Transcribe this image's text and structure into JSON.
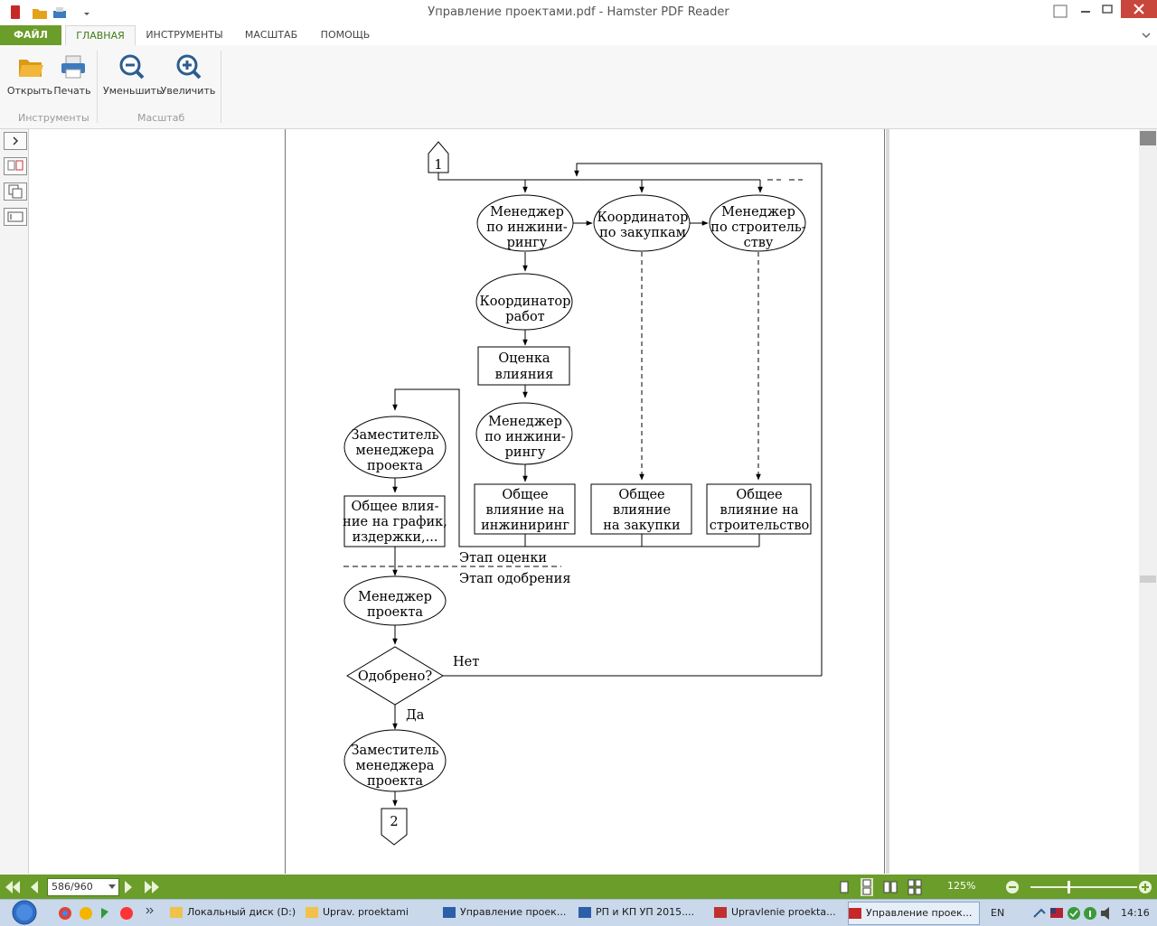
{
  "window": {
    "title": "Управление проектами.pdf - Hamster PDF Reader"
  },
  "tabs": [
    "ФАЙЛ",
    "ГЛАВНАЯ",
    "ИНСТРУМЕНТЫ",
    "МАСШТАБ",
    "ПОМОЩЬ"
  ],
  "ribbon": {
    "open": "Открыть",
    "print": "Печать",
    "zoom_out": "Уменьшить",
    "zoom_in": "Увеличить",
    "group_tools": "Инструменты",
    "group_zoom": "Масштаб"
  },
  "flowchart": {
    "connector_top": "1",
    "connector_bottom": "2",
    "eng_manager_1": [
      "Менеджер",
      "по инжини-",
      "рингу"
    ],
    "proc_coordinator": [
      "Координатор",
      "по закупкам"
    ],
    "constr_manager": [
      "Менеджер",
      "по строитель-",
      "ству"
    ],
    "work_coordinator": [
      "Координатор",
      "работ"
    ],
    "impact_eval": [
      "Оценка",
      "влияния"
    ],
    "eng_manager_2": [
      "Менеджер",
      "по инжини-",
      "рингу"
    ],
    "deputy_1": [
      "Заместитель",
      "менеджера",
      "проекта"
    ],
    "impact_schedule": [
      "Общее влия-",
      "ние на график,",
      "издержки,..."
    ],
    "impact_eng": [
      "Общее",
      "влияние на",
      "инжиниринг"
    ],
    "impact_proc": [
      "Общее",
      "влияние",
      "на закупки"
    ],
    "impact_constr": [
      "Общее",
      "влияние на",
      "строительство"
    ],
    "stage_eval": "Этап оценки",
    "stage_approve": "Этап одобрения",
    "project_manager": [
      "Менеджер",
      "проекта"
    ],
    "approved_question": "Одобрено?",
    "no": "Нет",
    "yes": "Да",
    "deputy_2": [
      "Заместитель",
      "менеджера",
      "проекта"
    ],
    "caption": ""
  },
  "status": {
    "page": "586/960",
    "zoom": "125%"
  },
  "taskbar": {
    "items": [
      "Локальный диск (D:)",
      "Uprav. proektami",
      "Управление проек...",
      "РП и КП  УП 2015....",
      "Upravlenie proekta...",
      "Управление проек..."
    ],
    "lang": "EN",
    "time": "14:16"
  },
  "colors": {
    "accent": "#6b9d2a",
    "taskbar": "#c9d8ea"
  }
}
